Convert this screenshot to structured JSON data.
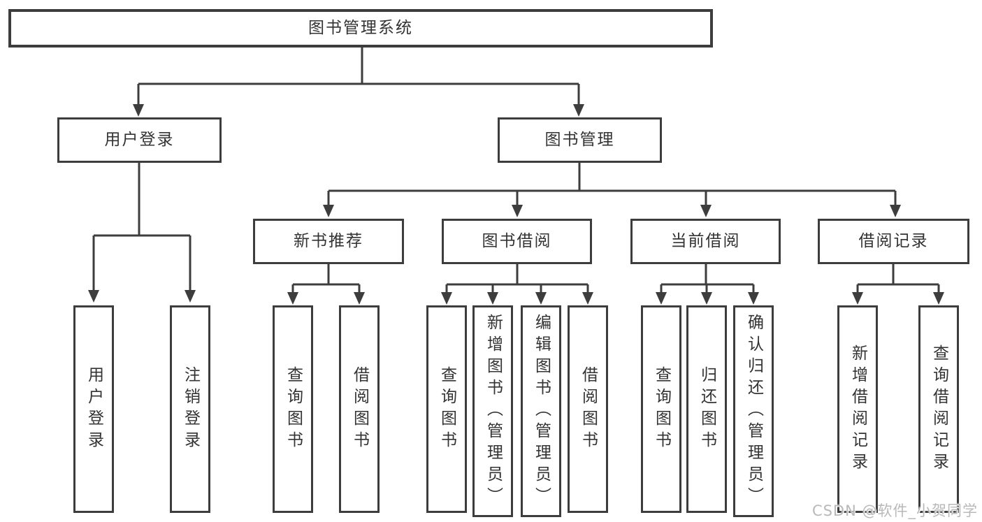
{
  "colors": {
    "line": "#3d3d3d",
    "text": "#333333",
    "box_bg": "#ffffff",
    "page_bg": "#ffffff",
    "watermark": "#b9b9b9"
  },
  "watermark": {
    "text": "CSDN @软件_小贺同学"
  },
  "tree": {
    "root": {
      "label": "图书管理系统"
    },
    "branches": [
      {
        "label": "用户登录",
        "children": [
          {
            "label": "用户登录"
          },
          {
            "label": "注销登录"
          }
        ]
      },
      {
        "label": "图书管理",
        "children": [
          {
            "label": "新书推荐",
            "children": [
              {
                "label": "查询图书"
              },
              {
                "label": "借阅图书"
              }
            ]
          },
          {
            "label": "图书借阅",
            "children": [
              {
                "label": "查询图书"
              },
              {
                "label": "新增图书（管理员）"
              },
              {
                "label": "编辑图书（管理员）"
              },
              {
                "label": "借阅图书"
              }
            ]
          },
          {
            "label": "当前借阅",
            "children": [
              {
                "label": "查询图书"
              },
              {
                "label": "归还图书"
              },
              {
                "label": "确认归还（管理员）"
              }
            ]
          },
          {
            "label": "借阅记录",
            "children": [
              {
                "label": "新增借阅记录"
              },
              {
                "label": "查询借阅记录"
              }
            ]
          }
        ]
      }
    ]
  }
}
